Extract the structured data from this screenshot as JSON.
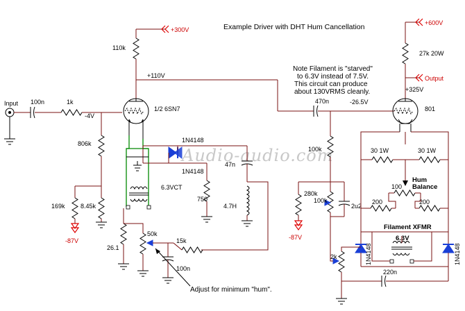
{
  "title": "Example Driver with DHT Hum Cancellation",
  "note": [
    "Note Filament is \"starved\"",
    "to 6.3V instead of 7.5V.",
    "This circuit can produce",
    "about 130VRMS cleanly."
  ],
  "watermark": "Audio-audio.com",
  "adjust_note": "Adjust for minimum \"hum\".",
  "rails": {
    "b_plus_300": "+300V",
    "b_plus_600": "+600V",
    "neg_87_left": "-87V",
    "neg_87_right": "-87V"
  },
  "ports": {
    "input": "Input",
    "output": "Output"
  },
  "voltages": {
    "plate_110": "+110V",
    "grid_neg4": "-4V",
    "grid_neg26": "-26.5V",
    "plate_325": "+325V"
  },
  "tubes": {
    "driver": "1/2 6SN7",
    "output": "801"
  },
  "components": {
    "r_110k": "110k",
    "c_100n_in": "100n",
    "r_1k": "1k",
    "r_806k": "806k",
    "r_169k": "169k",
    "r_845k": "8.45k",
    "r_26_1": "26.1",
    "pot_50k": "50k",
    "r_15k": "15k",
    "c_100n_pot": "100n",
    "d1": "1N4148",
    "d2": "1N4148",
    "xfmr_heater": "6.3VCT",
    "r_750": "750",
    "c_47n": "47n",
    "l_47h": "4.7H",
    "c_470n": "470n",
    "r_100k_top": "100k",
    "r_280k": "280k",
    "pot_100k": "100k",
    "c_2u2": "2u2",
    "pot_2k": "2k",
    "c_220n": "220n",
    "r_27k": "27k 20W",
    "r_30_left": "30 1W",
    "r_30_right": "30 1W",
    "pot_100": "100",
    "hum_balance": [
      "Hum",
      "Balance"
    ],
    "r_200_left": "200",
    "r_200_right": "200",
    "filament_xfmr": "Filament XFMR",
    "fil_voltage": "6.3V",
    "d3": "1N4148",
    "d4": "1N4148"
  }
}
